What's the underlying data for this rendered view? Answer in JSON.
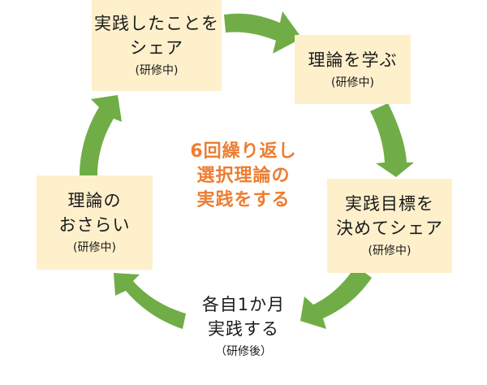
{
  "diagram": {
    "type": "cycle",
    "arrow_color": "#70ad47",
    "box_color": "#fff0cc",
    "center_text_color": "#ed7d31",
    "center": {
      "lines": [
        "6回繰り返し",
        "選択理論の",
        "実践をする"
      ]
    },
    "steps": [
      {
        "main": [
          "実践したことを",
          "シェア"
        ],
        "sub": "(研修中)"
      },
      {
        "main": [
          "理論を学ぶ"
        ],
        "sub": "(研修中)"
      },
      {
        "main": [
          "実践目標を",
          "決めてシェア"
        ],
        "sub": "(研修中)"
      },
      {
        "main": [
          "各自1か月",
          "実践する"
        ],
        "sub": "（研修後）"
      },
      {
        "main": [
          "理論の",
          "おさらい"
        ],
        "sub": "(研修中)"
      }
    ]
  }
}
